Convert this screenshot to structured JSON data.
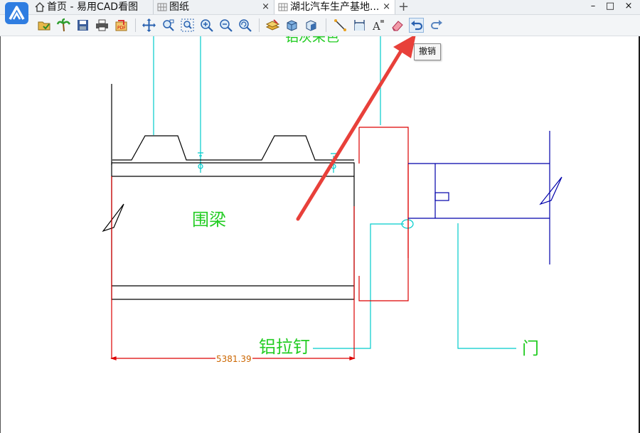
{
  "tabs": [
    {
      "label": "首页 - 易用CAD看图",
      "icon": "home-icon"
    },
    {
      "label": "图纸",
      "icon": "grid-icon",
      "close": "×"
    },
    {
      "label": "湖北汽车生产基地...",
      "icon": "grid-icon",
      "close": "×"
    }
  ],
  "new_tab": "+",
  "window_controls": {
    "minimize": "–",
    "maximize": "□",
    "close": "×"
  },
  "toolbar": {
    "buttons": [
      "open-icon",
      "palm-tree-icon",
      "save-icon",
      "print-icon",
      "export-pdf-icon",
      "pan-icon",
      "zoom-window-icon",
      "zoom-extents-icon",
      "zoom-in-icon",
      "zoom-out-icon",
      "zoom-previous-icon",
      "layers-icon",
      "3d-view-icon",
      "view-cube-icon",
      "measure-line-icon",
      "measure-dimension-icon",
      "text-icon",
      "eraser-icon",
      "undo-icon",
      "redo-icon"
    ],
    "tooltip": "撤销"
  },
  "drawing": {
    "labels": {
      "top": "铝灰采色",
      "ring_beam": "围梁",
      "rivet": "铝拉钉",
      "door": "门",
      "dimension": "5381.39"
    },
    "colors": {
      "cyan": "#00cccc",
      "green": "#22cc22",
      "red": "#dd0000",
      "blue": "#0000aa",
      "black": "#000000",
      "dim": "#cc6600",
      "arrow": "#e8403a"
    }
  }
}
